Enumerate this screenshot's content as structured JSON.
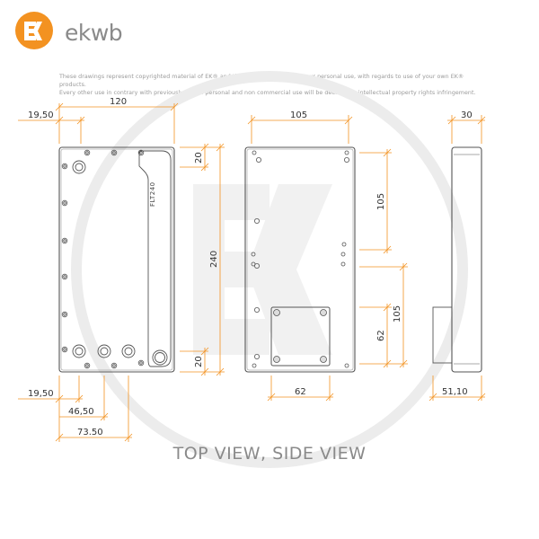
{
  "brand": {
    "name": "ekwb",
    "accent_color": "#f39221",
    "logo_icon": "ek-logo-icon"
  },
  "copyright": {
    "line1": "These drawings represent copyrighted material of EK® and they are meant only for your personal use, with regards to use of your own EK® products.",
    "line2": "Every other use in contrary with previously stated personal and non commercial use will be deemed as intellectual property rights infringement."
  },
  "dimensions": {
    "top_width": "120",
    "top_offset": "19,50",
    "mid_width": "105",
    "side_thickness": "30",
    "height_total": "240",
    "top_margin_20": "20",
    "bottom_margin_20": "20",
    "hole_spacing_105_a": "105",
    "hole_spacing_105_b": "105",
    "hole_62_vertical": "62",
    "hole_62_horizontal": "62",
    "bottom_offset": "19,50",
    "bottom_46": "46,50",
    "bottom_73": "73.50",
    "side_bottom": "51,10"
  },
  "part_label": "FLT240",
  "caption": "TOP VIEW, SIDE VIEW",
  "colors": {
    "line": "#555555",
    "dim_orange": "#f39221",
    "watermark": "#ececec",
    "text_gray": "#8a8a8a"
  }
}
